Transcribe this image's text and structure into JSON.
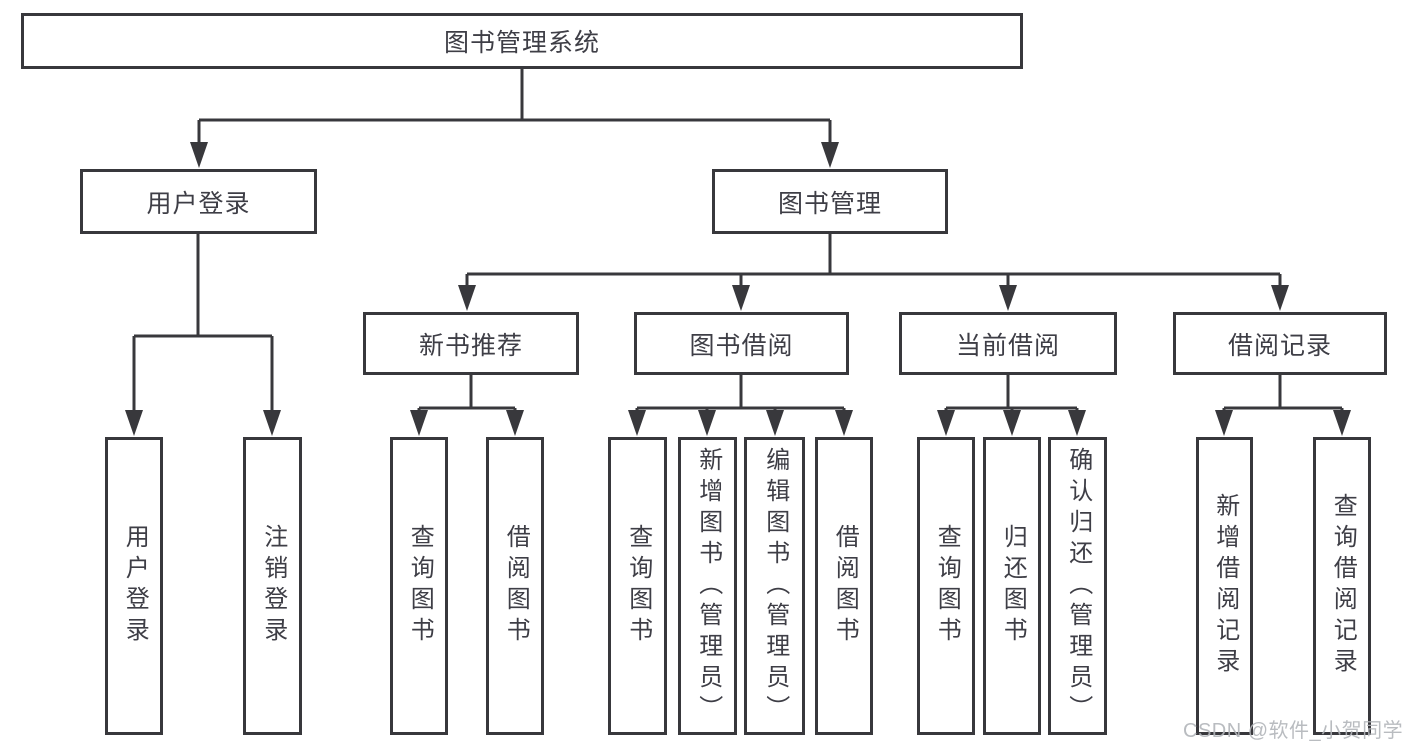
{
  "diagram": {
    "root": {
      "label": "图书管理系统"
    },
    "branches": [
      {
        "label": "用户登录",
        "children": [
          {
            "label": "用户登录"
          },
          {
            "label": "注销登录"
          }
        ]
      },
      {
        "label": "图书管理",
        "children": [
          {
            "label": "新书推荐",
            "children": [
              {
                "label": "查询图书"
              },
              {
                "label": "借阅图书"
              }
            ]
          },
          {
            "label": "图书借阅",
            "children": [
              {
                "label": "查询图书"
              },
              {
                "label": "新增图书（管理员）"
              },
              {
                "label": "编辑图书（管理员）"
              },
              {
                "label": "借阅图书"
              }
            ]
          },
          {
            "label": "当前借阅",
            "children": [
              {
                "label": "查询图书"
              },
              {
                "label": "归还图书"
              },
              {
                "label": "确认归还（管理员）"
              }
            ]
          },
          {
            "label": "借阅记录",
            "children": [
              {
                "label": "新增借阅记录"
              },
              {
                "label": "查询借阅记录"
              }
            ]
          }
        ]
      }
    ]
  },
  "watermark": {
    "text": "CSDN @软件_小贺同学"
  },
  "colors": {
    "line": "#38383c",
    "text": "#3e3e46",
    "background": "#ffffff",
    "box_background": "#ffffff",
    "watermark": "#b2b5ba"
  }
}
